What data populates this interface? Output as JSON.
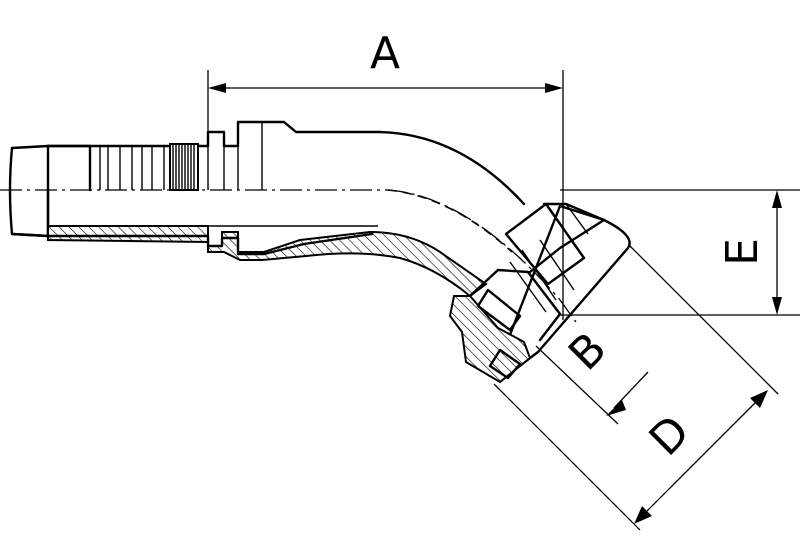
{
  "drawing": {
    "labels": {
      "a": "A",
      "b": "B",
      "d": "D",
      "e": "E"
    }
  }
}
